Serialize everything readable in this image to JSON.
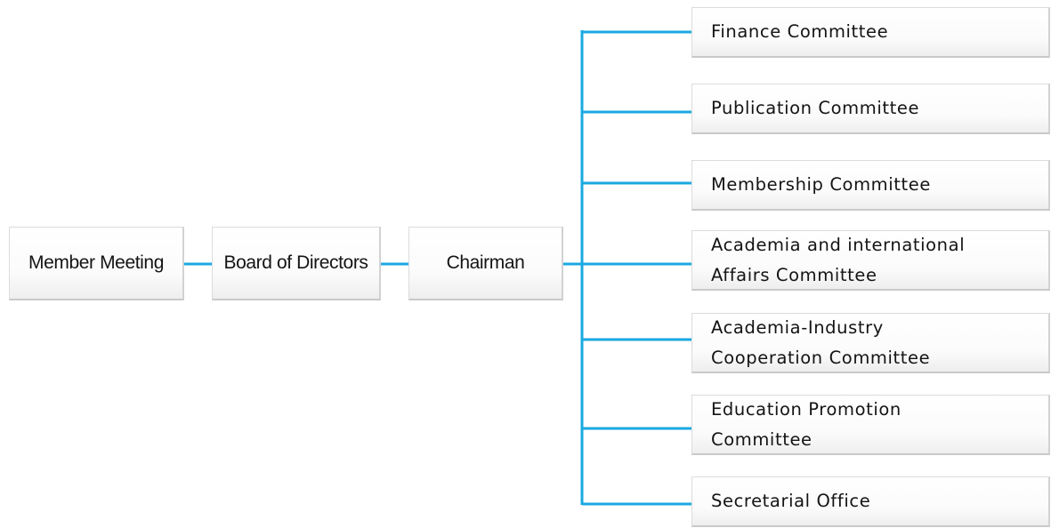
{
  "org_chart": {
    "member_meeting": "Member Meeting",
    "board_of_directors": "Board of Directors",
    "chairman": "Chairman",
    "committees": [
      "Finance Committee",
      "Publication Committee",
      "Membership Committee",
      "Academia and international\nAffairs Committee",
      "Academia-Industry\nCooperation Committee",
      "Education Promotion\nCommittee",
      "Secretarial Office"
    ],
    "connector_color": "#1aa9e0"
  }
}
